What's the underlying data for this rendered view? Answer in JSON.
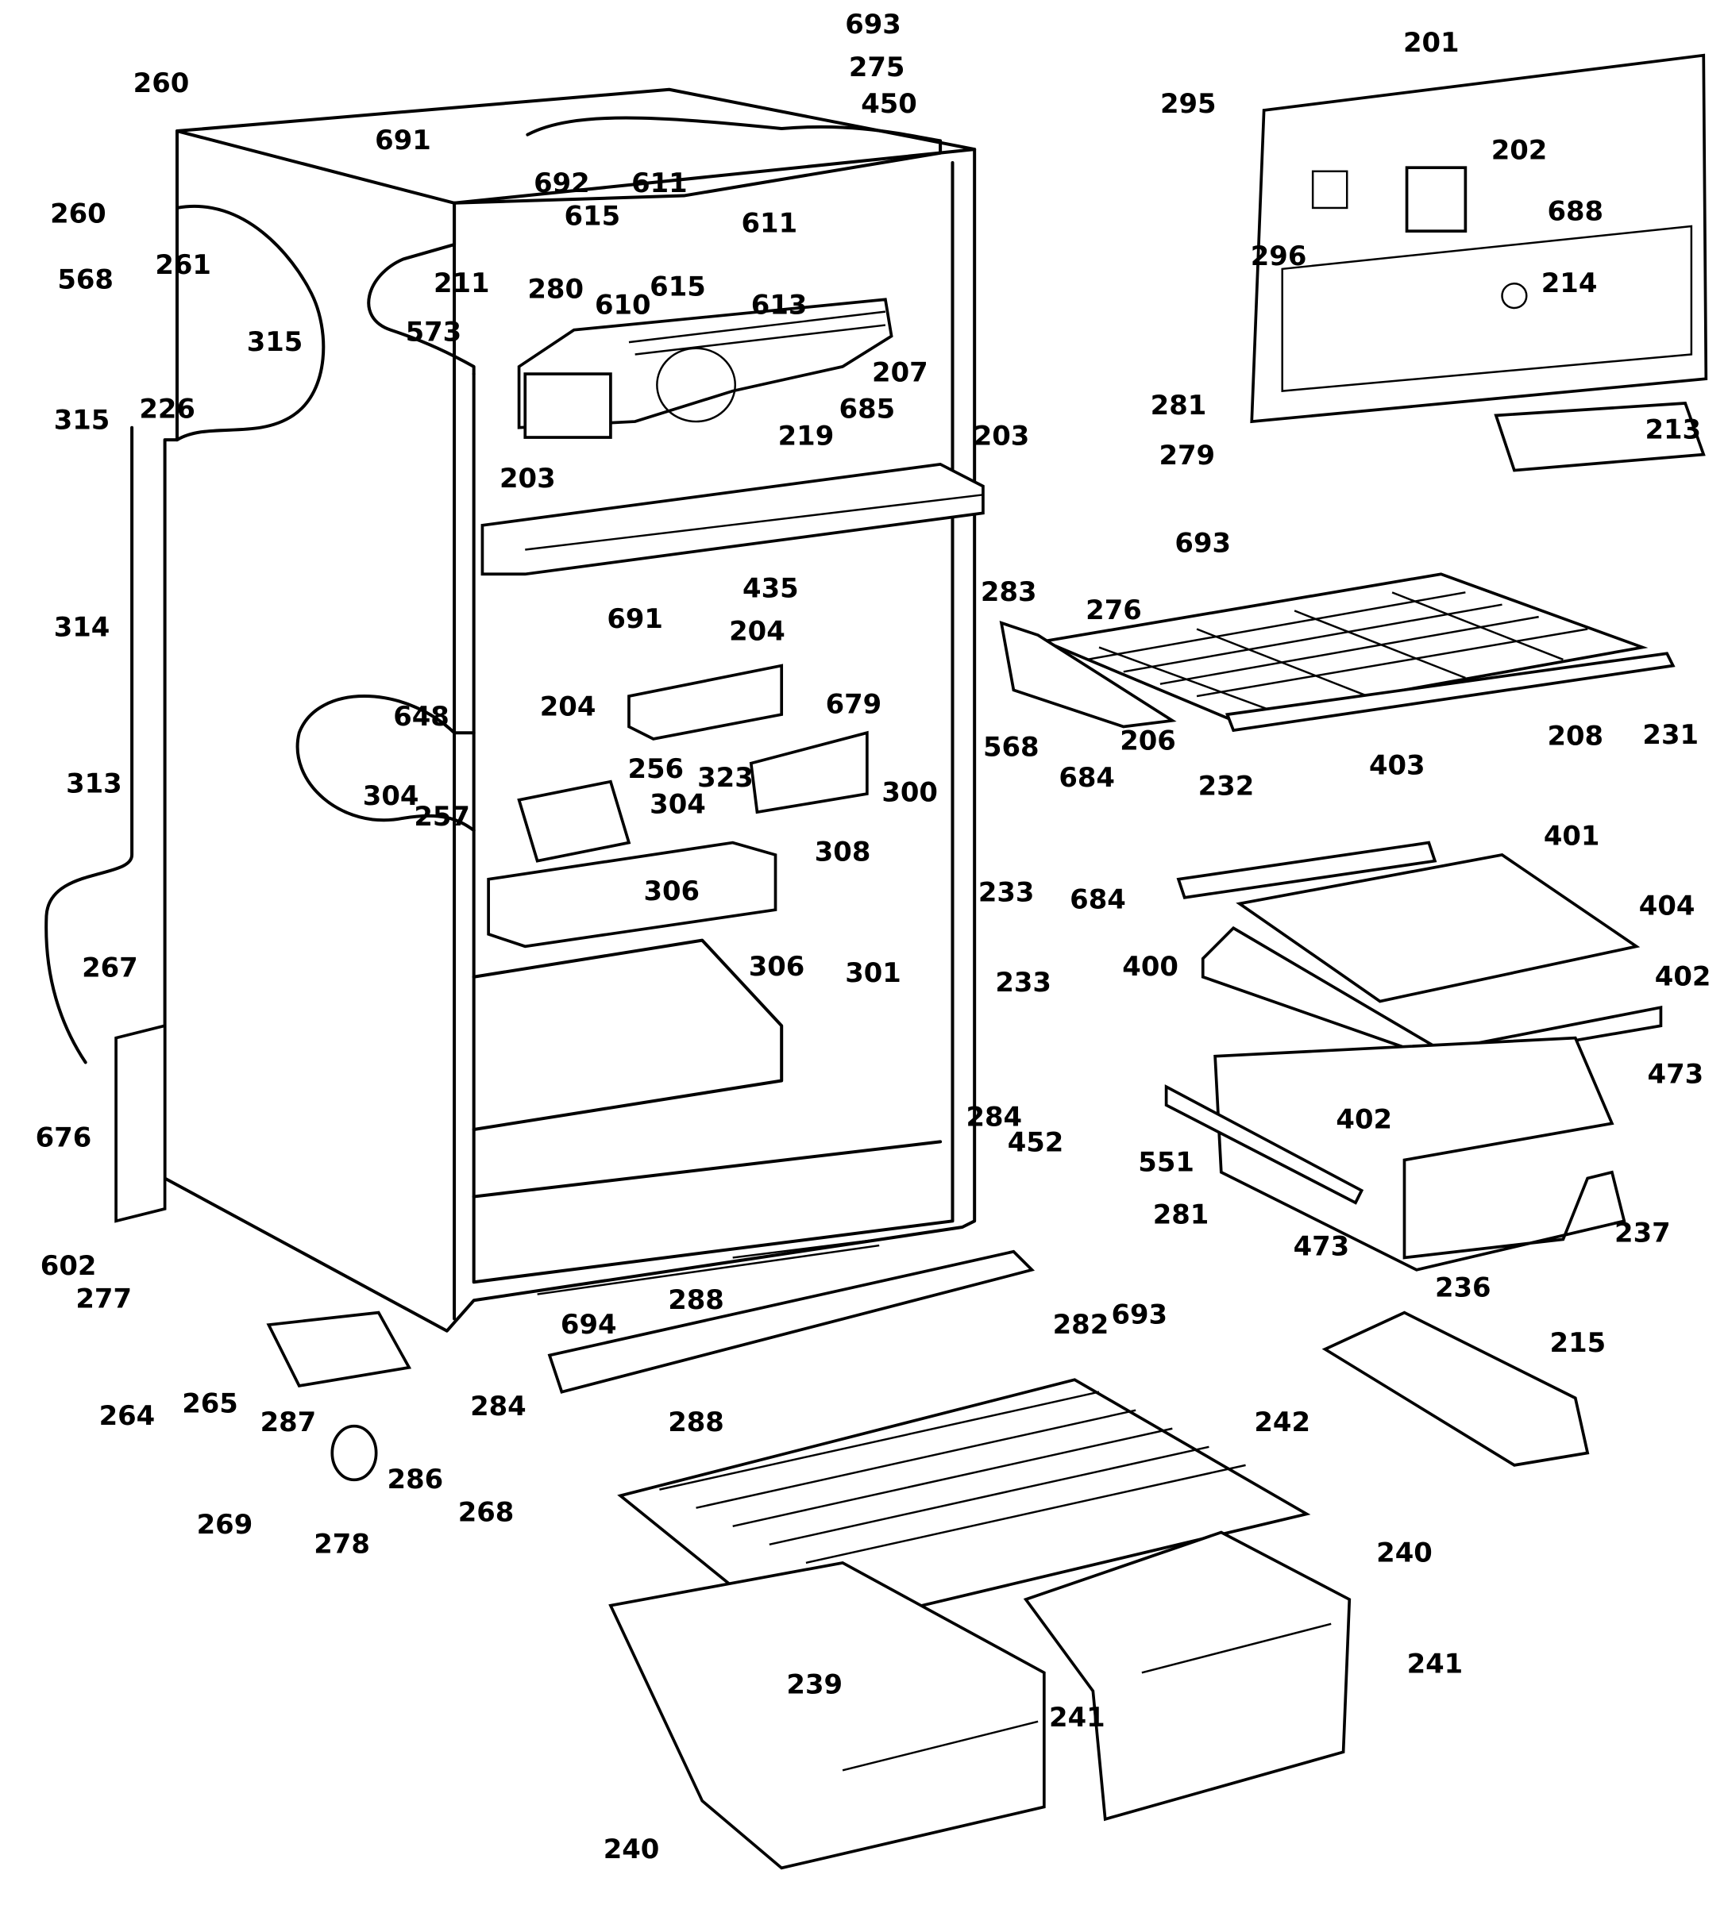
{
  "callouts": [
    "260",
    "691",
    "692",
    "611",
    "693",
    "275",
    "450",
    "201",
    "295",
    "202",
    "611",
    "260",
    "615",
    "211",
    "280",
    "610",
    "615",
    "613",
    "296",
    "688",
    "568",
    "261",
    "573",
    "315",
    "214",
    "207",
    "685",
    "315",
    "226",
    "281",
    "213",
    "219",
    "279",
    "203",
    "203",
    "693",
    "283",
    "276",
    "691",
    "435",
    "204",
    "314",
    "204",
    "679",
    "206",
    "208",
    "231",
    "648",
    "256",
    "323",
    "300",
    "568",
    "684",
    "232",
    "403",
    "313",
    "304",
    "257",
    "304",
    "308",
    "401",
    "233",
    "684",
    "404",
    "306",
    "306",
    "301",
    "400",
    "402",
    "233",
    "267",
    "473",
    "402",
    "676",
    "284",
    "452",
    "551",
    "281",
    "237",
    "473",
    "236",
    "602",
    "277",
    "288",
    "694",
    "282",
    "693",
    "215",
    "264",
    "265",
    "287",
    "284",
    "288",
    "242",
    "286",
    "268",
    "269",
    "278",
    "240",
    "239",
    "241",
    "241",
    "240"
  ]
}
